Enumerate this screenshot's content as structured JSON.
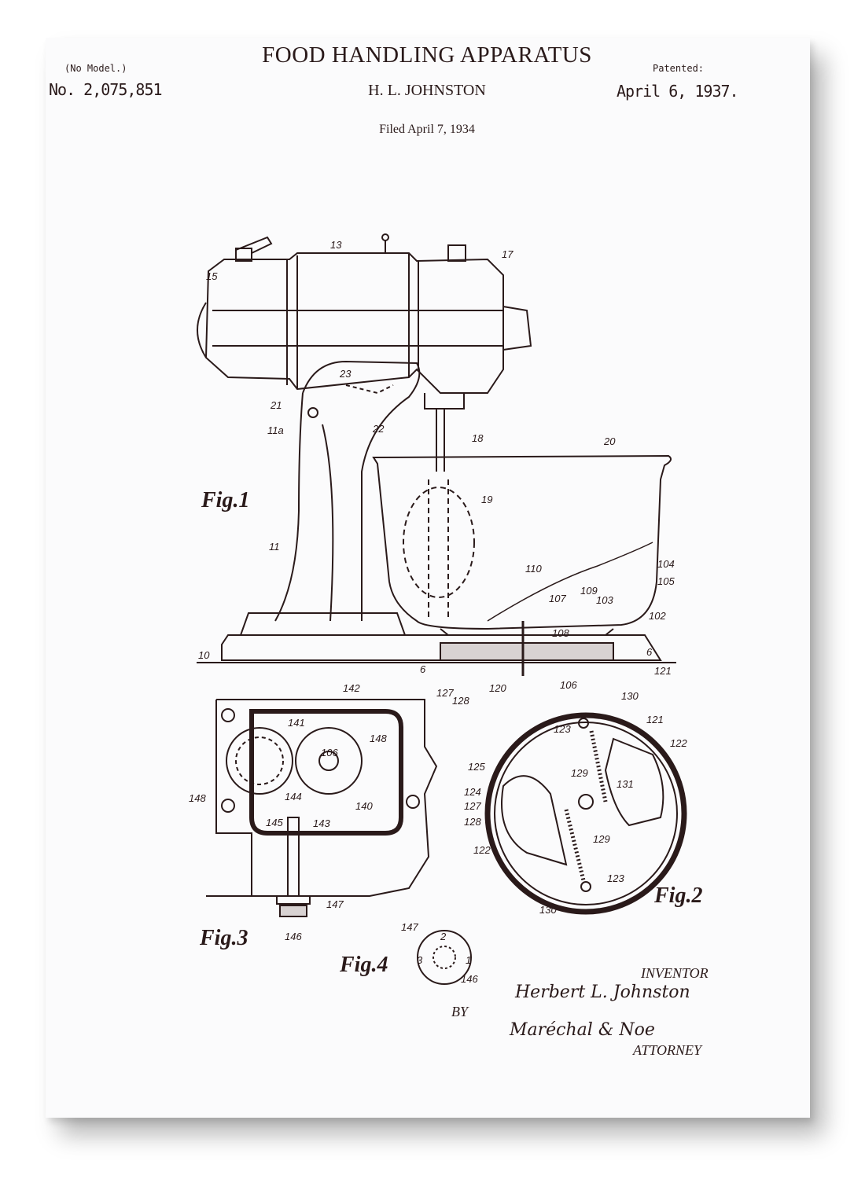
{
  "header": {
    "title": "FOOD HANDLING APPARATUS",
    "model_note": "(No Model.)",
    "patent_number": "No. 2,075,851",
    "inventor_name": "H. L. JOHNSTON",
    "patented_label": "Patented:",
    "patent_date": "April 6, 1937.",
    "filed": "Filed April 7, 1934"
  },
  "figures": {
    "fig1": "Fig.1",
    "fig2": "Fig.2",
    "fig3": "Fig.3",
    "fig4": "Fig.4"
  },
  "reference_numerals": [
    "15",
    "13",
    "17",
    "23",
    "21",
    "11a",
    "22",
    "18",
    "20",
    "19",
    "11",
    "110",
    "104",
    "105",
    "107",
    "109",
    "103",
    "102",
    "108",
    "10",
    "6",
    "6",
    "127",
    "128",
    "120",
    "106",
    "121",
    "142",
    "141",
    "106",
    "148",
    "148",
    "144",
    "145",
    "143",
    "140",
    "147",
    "146",
    "130",
    "123",
    "121",
    "122",
    "125",
    "124",
    "127",
    "128",
    "129",
    "131",
    "129",
    "122",
    "123",
    "130",
    "147",
    "2",
    "3",
    "1",
    "146"
  ],
  "footer": {
    "inventor_label": "INVENTOR",
    "inventor_signature": "Herbert L. Johnston",
    "by_label": "BY",
    "attorney_signature": "Maréchal & Noe",
    "attorney_label": "ATTORNEY"
  },
  "colors": {
    "ink": "#2a1a1a",
    "paper": "#fbfbfc"
  }
}
